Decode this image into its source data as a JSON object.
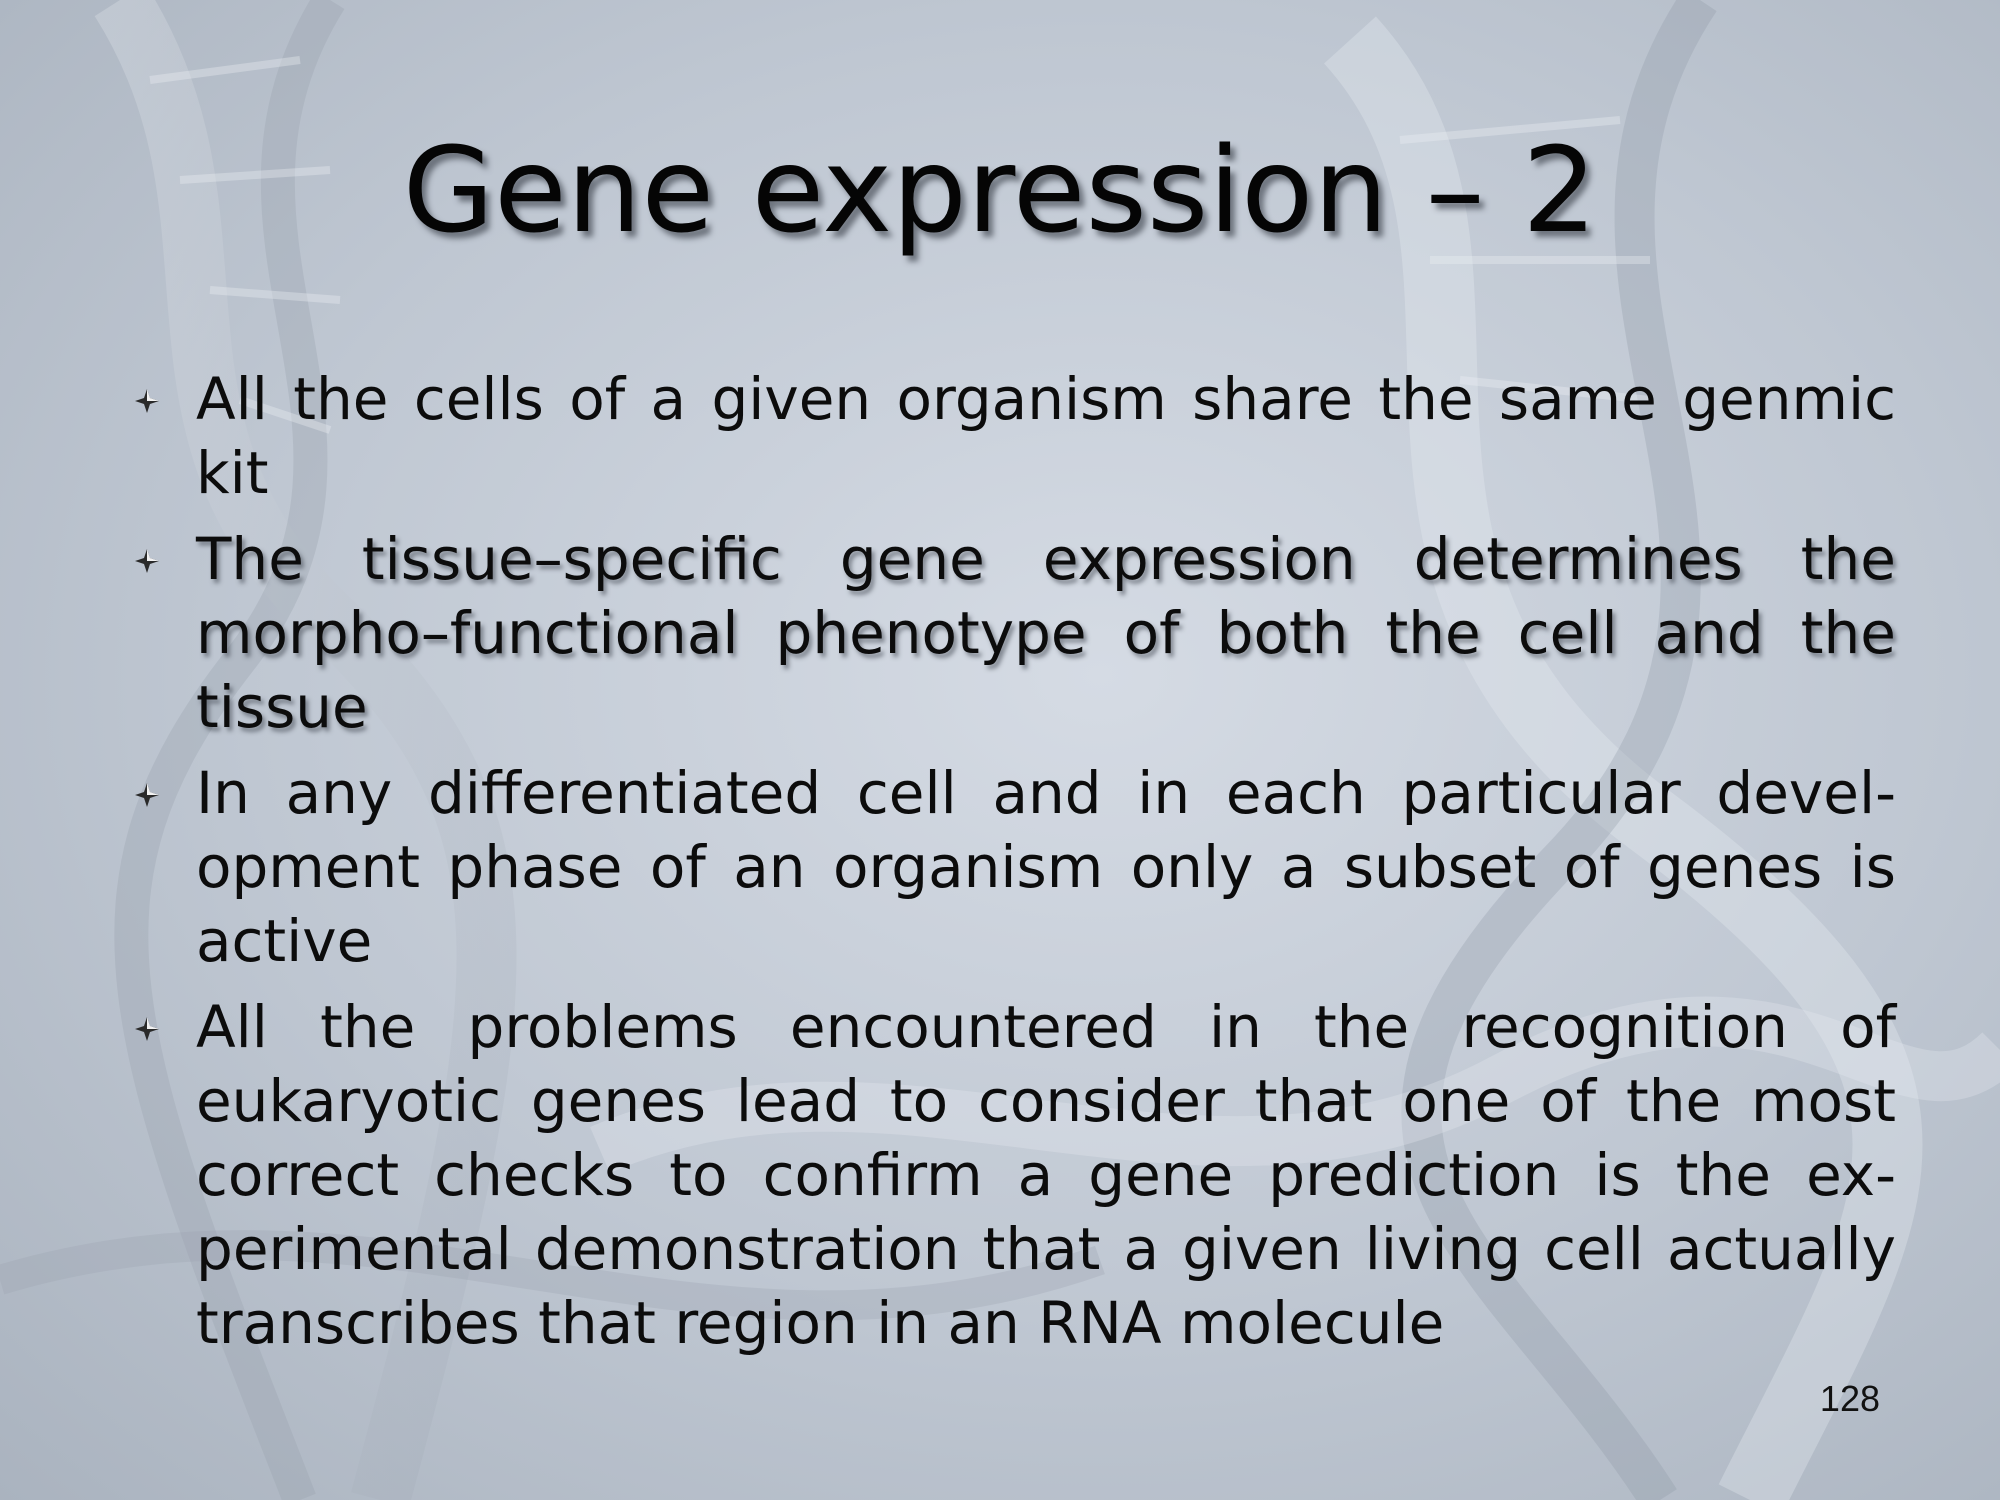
{
  "slide": {
    "title": "Gene expression – 2",
    "bullets": [
      {
        "text": "All the cells of a given organism share the same gen­mic kit",
        "shadowed": false
      },
      {
        "text": "The tissue–specific gene expression determines the morpho–functional phenotype of both the cell and the tissue",
        "shadowed": true
      },
      {
        "text": "In any differentiated cell and in each particular devel­opment phase of an organism only a subset of genes is active",
        "shadowed": false
      },
      {
        "text": "All the problems encountered in the recognition of eukaryotic genes lead to consider that one of the most correct checks to confirm a gene prediction is the ex­perimental demonstration that a given living cell actu­ally transcribes that region in an RNA molecule",
        "shadowed": false
      }
    ],
    "page_number": "128"
  },
  "colors": {
    "background": "#c3cad4",
    "text": "#0c0c0c",
    "bullet_icon": "#2a2a2a"
  },
  "icons": {
    "bullet": "four-point-star-bullet-icon",
    "background_art": "dna-helix-watermark"
  }
}
